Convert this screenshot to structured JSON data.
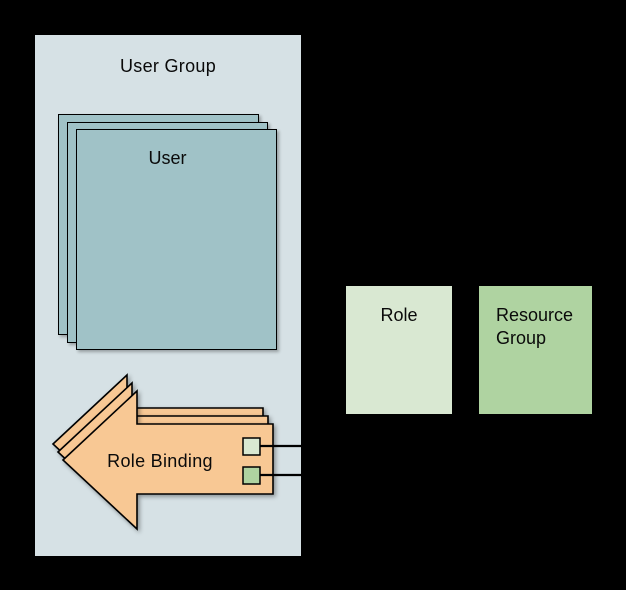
{
  "user_group": {
    "label": "User Group"
  },
  "user": {
    "label": "User",
    "stack_count": 3
  },
  "role_binding": {
    "label": "Role Binding",
    "stack_count": 3
  },
  "role": {
    "label": "Role"
  },
  "resource_group": {
    "label": "Resource Group"
  },
  "connectors": [
    {
      "from": "role-binding-top-square",
      "to": "role"
    },
    {
      "from": "role-binding-bottom-square",
      "to": "resource-group"
    }
  ],
  "colors": {
    "canvas_background": "#000000",
    "user_group_fill": "#d6e1e5",
    "user_fill": "#a0c2c7",
    "role_binding_fill": "#f8c894",
    "role_fill": "#d9e8d2",
    "resource_group_fill": "#afd3a1",
    "outline": "#000000",
    "text": "#0a0a0a"
  }
}
